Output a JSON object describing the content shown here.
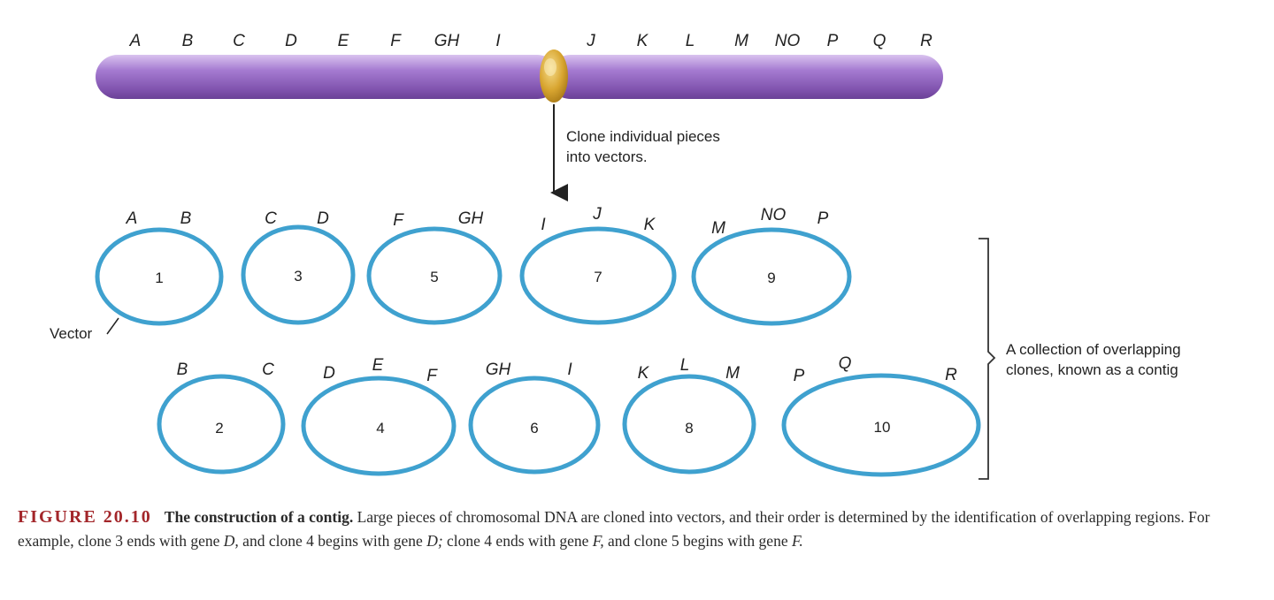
{
  "chromosome": {
    "genes": [
      "A",
      "B",
      "C",
      "D",
      "E",
      "F",
      "GH",
      "I",
      "J",
      "K",
      "L",
      "M",
      "NO",
      "P",
      "Q",
      "R"
    ]
  },
  "arrow_label": [
    "Clone individual pieces",
    "into vectors."
  ],
  "vector_label": "Vector",
  "contig_label": [
    "A collection of overlapping",
    "clones, known as a contig"
  ],
  "clones": [
    {
      "number": "1",
      "genes": [
        "A",
        "B"
      ]
    },
    {
      "number": "3",
      "genes": [
        "C",
        "D"
      ]
    },
    {
      "number": "5",
      "genes": [
        "F",
        "GH"
      ]
    },
    {
      "number": "7",
      "genes": [
        "I",
        "J",
        "K"
      ]
    },
    {
      "number": "9",
      "genes": [
        "M",
        "NO",
        "P"
      ]
    },
    {
      "number": "2",
      "genes": [
        "B",
        "C"
      ]
    },
    {
      "number": "4",
      "genes": [
        "D",
        "E",
        "F"
      ]
    },
    {
      "number": "6",
      "genes": [
        "GH",
        "I"
      ]
    },
    {
      "number": "8",
      "genes": [
        "K",
        "L",
        "M"
      ]
    },
    {
      "number": "10",
      "genes": [
        "P",
        "Q",
        "R"
      ]
    }
  ],
  "caption": {
    "figure_label": "FIGURE 20.10",
    "title": "The construction of a contig.",
    "text_1": " Large pieces of chromosomal DNA are cloned into vectors, and their order is determined by the identification of overlapping regions. For example, clone 3 ends with gene ",
    "gene_1": "D,",
    "text_2": " and clone 4 begins with gene ",
    "gene_2": "D;",
    "text_3": " clone 4 ends with gene ",
    "gene_3": "F,",
    "text_4": " and clone 5 begins with gene ",
    "gene_4": "F."
  },
  "colors": {
    "chromosome": "#9d6fc6",
    "centromere": "#d8a530",
    "vector_ring": "#3fa1cf",
    "figure_label": "#a3262a"
  }
}
